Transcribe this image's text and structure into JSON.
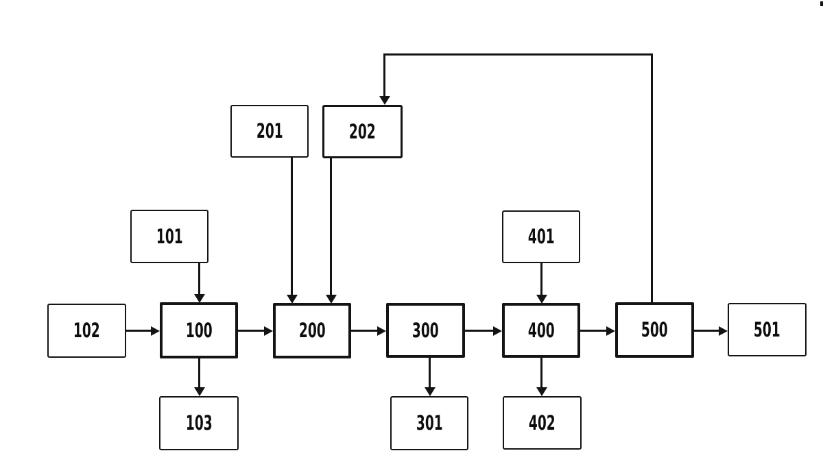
{
  "page": {
    "background_color": "#ffffff",
    "line_color": "#141414"
  },
  "diagram": {
    "type": "block-flow-diagram",
    "nodes": {
      "n100": {
        "label": "100",
        "emphasis": "bold"
      },
      "n200": {
        "label": "200",
        "emphasis": "bold"
      },
      "n300": {
        "label": "300",
        "emphasis": "bold"
      },
      "n400": {
        "label": "400",
        "emphasis": "bold"
      },
      "n500": {
        "label": "500",
        "emphasis": "bold"
      },
      "n101": {
        "label": "101",
        "emphasis": "normal"
      },
      "n102": {
        "label": "102",
        "emphasis": "normal"
      },
      "n103": {
        "label": "103",
        "emphasis": "normal"
      },
      "n201": {
        "label": "201",
        "emphasis": "normal"
      },
      "n202": {
        "label": "202",
        "emphasis": "normal"
      },
      "n301": {
        "label": "301",
        "emphasis": "normal"
      },
      "n401": {
        "label": "401",
        "emphasis": "normal"
      },
      "n402": {
        "label": "402",
        "emphasis": "normal"
      },
      "n501": {
        "label": "501",
        "emphasis": "normal"
      }
    },
    "edges": [
      {
        "from": "102",
        "to": "100",
        "direction": "right"
      },
      {
        "from": "100",
        "to": "200",
        "direction": "right"
      },
      {
        "from": "200",
        "to": "300",
        "direction": "right"
      },
      {
        "from": "300",
        "to": "400",
        "direction": "right"
      },
      {
        "from": "400",
        "to": "500",
        "direction": "right"
      },
      {
        "from": "500",
        "to": "501",
        "direction": "right"
      },
      {
        "from": "101",
        "to": "100",
        "direction": "down"
      },
      {
        "from": "201",
        "to": "200",
        "direction": "down"
      },
      {
        "from": "202",
        "to": "200",
        "direction": "down"
      },
      {
        "from": "401",
        "to": "400",
        "direction": "down"
      },
      {
        "from": "100",
        "to": "103",
        "direction": "down"
      },
      {
        "from": "300",
        "to": "301",
        "direction": "down"
      },
      {
        "from": "400",
        "to": "402",
        "direction": "down"
      },
      {
        "from": "500",
        "to": "202",
        "direction": "feedback-up-left-down"
      }
    ]
  }
}
